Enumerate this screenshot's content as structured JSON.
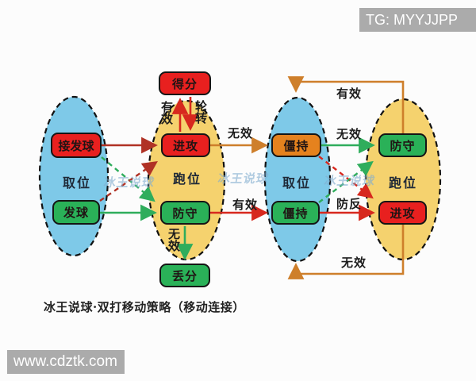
{
  "colors": {
    "ellipse_blue": "#7EC9E8",
    "ellipse_yellow": "#F5D26E",
    "node_red": "#E8201F",
    "node_green": "#2AB158",
    "node_orange": "#E5821E",
    "node_border": "#151515",
    "arrow_red": "#D7281E",
    "arrow_darkred": "#B03225",
    "arrow_green": "#2FAD5C",
    "arrow_orange": "#CE7F2B",
    "watermark_bg": "#ABABAB",
    "brand_watermark": "#82AED0",
    "label_dark": "#1F2937"
  },
  "overlays": {
    "top_right": "TG: MYYJJPP",
    "bottom_left": "www.cdztk.com"
  },
  "caption": "冰王说球·双打移动策略（移动连接）",
  "brand_watermark": "冰王说球",
  "ellipses": [
    {
      "label": "取位"
    },
    {
      "label": "跑位"
    },
    {
      "label": "取位"
    },
    {
      "label": "跑位"
    }
  ],
  "nodes": {
    "score": "得分",
    "receive_serve": "接发球",
    "serve": "发球",
    "attack_mid": "进攻",
    "defend_mid": "防守",
    "lose_point": "丢分",
    "stalemate_top": "僵持",
    "stalemate_bottom": "僵持",
    "defend_right": "防守",
    "attack_right": "进攻"
  },
  "edge_labels": {
    "effective_up": "有效",
    "rotation_down": "轮转",
    "ineffective_mid": "无效",
    "effective_mid": "有效",
    "ineffective_right": "无效",
    "counter_attack": "防反",
    "effective_loop": "有效",
    "ineffective_loop": "无效",
    "ineffective_down": "无效"
  }
}
